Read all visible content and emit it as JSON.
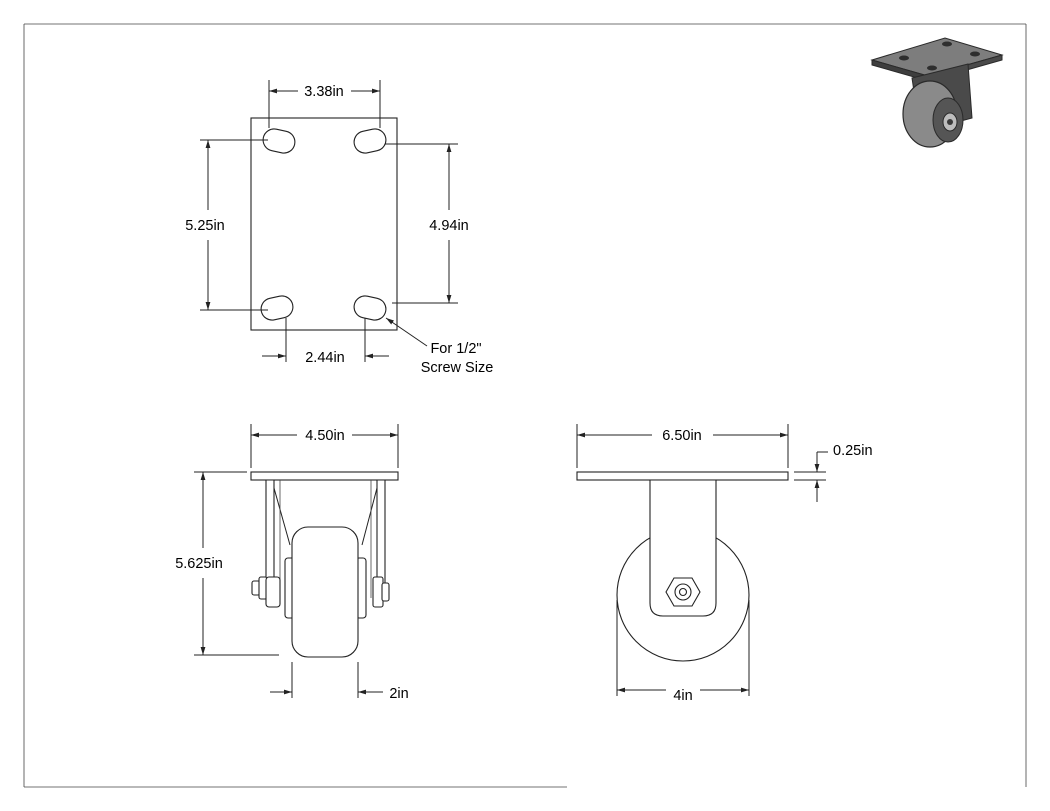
{
  "top_view": {
    "hole_spacing_top": "3.38in",
    "hole_spacing_bottom": "2.44in",
    "height_left": "5.25in",
    "height_right": "4.94in",
    "note_line1": "For 1/2\"",
    "note_line2": "Screw Size"
  },
  "side_view": {
    "plate_width": "4.50in",
    "overall_height": "5.625in",
    "wheel_width": "2in"
  },
  "front_view": {
    "plate_length": "6.50in",
    "plate_thickness": "0.25in",
    "wheel_diameter": "4in"
  },
  "colors": {
    "line": "#222222",
    "iso_dark": "#3a3a3a",
    "iso_mid": "#6b6b6b",
    "iso_light": "#9a9a9a"
  }
}
